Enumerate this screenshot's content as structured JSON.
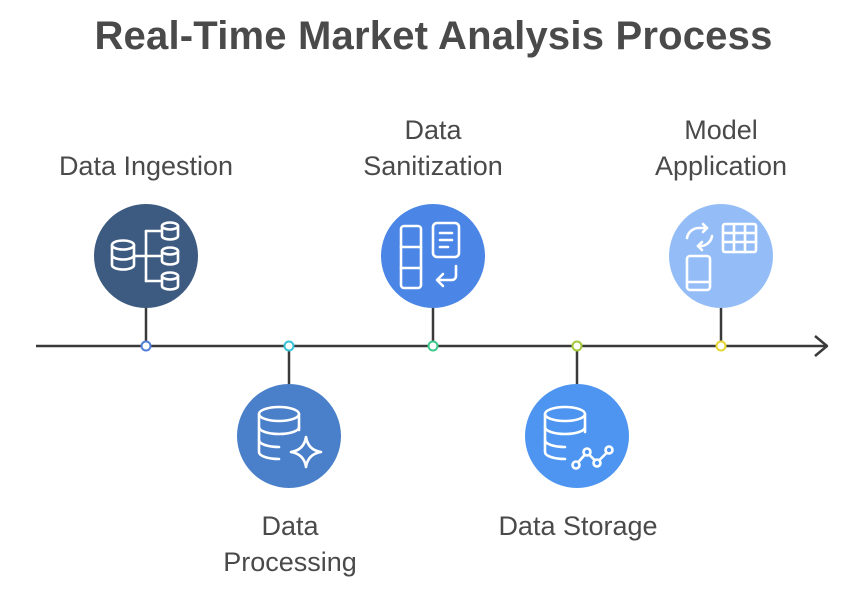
{
  "title": "Real-Time Market Analysis Process",
  "steps": [
    {
      "id": "data-ingestion",
      "label_lines": [
        "Data Ingestion"
      ],
      "position": "above",
      "circle_color": "#3d5a80",
      "dot_color": "#4f7fd9",
      "icon": "database-tree-icon"
    },
    {
      "id": "data-processing",
      "label_lines": [
        "Data",
        "Processing"
      ],
      "position": "below",
      "circle_color": "#4a7fc9",
      "dot_color": "#34c3d9",
      "icon": "database-sparkle-icon"
    },
    {
      "id": "data-sanitization",
      "label_lines": [
        "Data",
        "Sanitization"
      ],
      "position": "above",
      "circle_color": "#4b86e6",
      "dot_color": "#3cc98a",
      "icon": "columns-document-icon"
    },
    {
      "id": "data-storage",
      "label_lines": [
        "Data Storage"
      ],
      "position": "below",
      "circle_color": "#4d95f0",
      "dot_color": "#a3c93c",
      "icon": "database-network-icon"
    },
    {
      "id": "model-application",
      "label_lines": [
        "Model",
        "Application"
      ],
      "position": "above",
      "circle_color": "#94bdf7",
      "dot_color": "#e6d52e",
      "icon": "table-phone-sync-icon"
    }
  ]
}
